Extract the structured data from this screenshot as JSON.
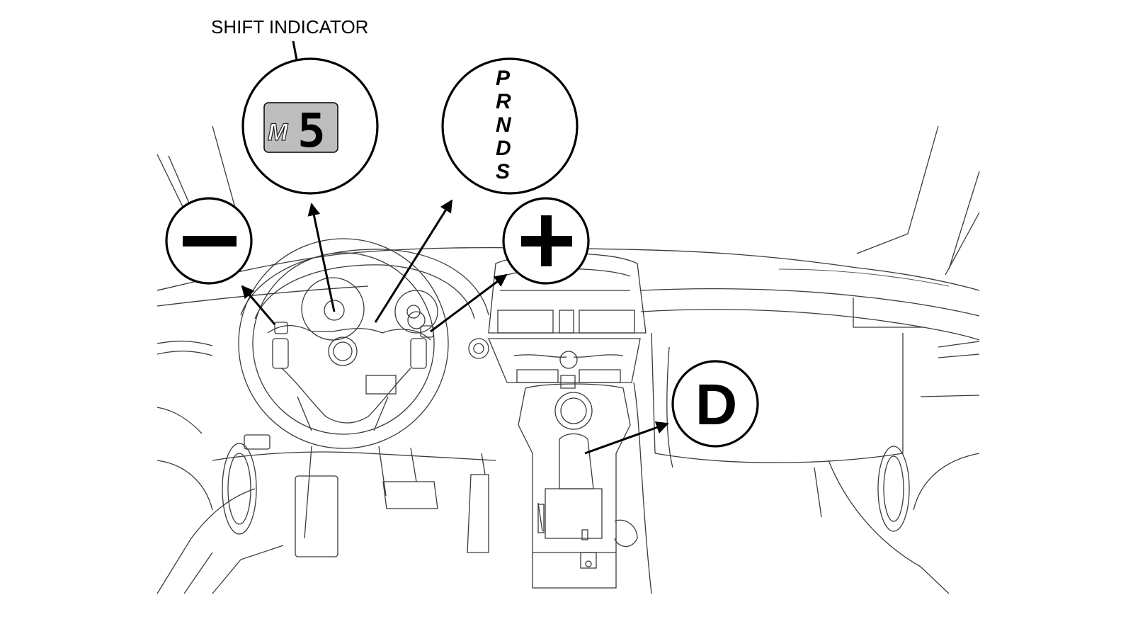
{
  "labels": {
    "shift_indicator": "SHIFT INDICATOR"
  },
  "shift_indicator_display": {
    "mode": "M",
    "gear": "5"
  },
  "gear_positions": [
    "P",
    "R",
    "N",
    "D",
    "S"
  ],
  "paddle_symbols": {
    "downshift": "−",
    "upshift": "+"
  },
  "selector_position": "D",
  "colors": {
    "ink": "#000000",
    "line": "#3a3a3a",
    "background": "#ffffff"
  }
}
